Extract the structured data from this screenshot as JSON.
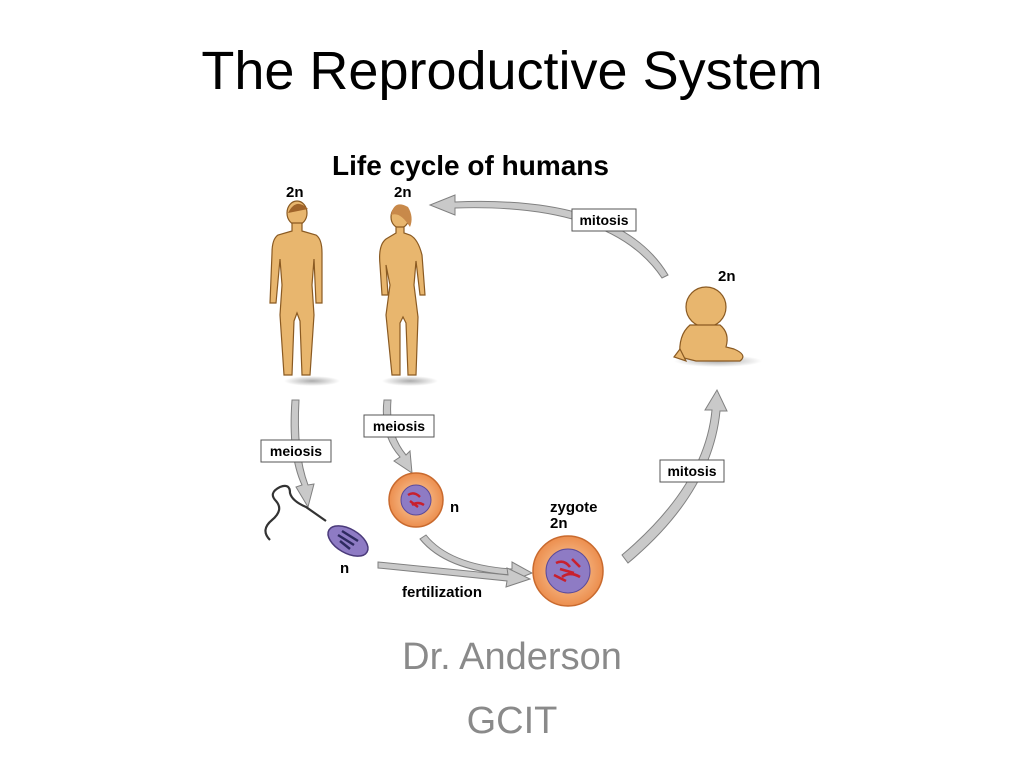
{
  "slide": {
    "title": "The Reproductive System",
    "subtitle_1": "Dr. Anderson",
    "subtitle_2": "GCIT"
  },
  "diagram": {
    "heading": "Life cycle of humans",
    "labels": {
      "male_ploidy": "2n",
      "female_ploidy": "2n",
      "baby_ploidy": "2n",
      "sperm_ploidy": "n",
      "egg_ploidy": "n",
      "zygote": "zygote",
      "zygote_ploidy": "2n",
      "meiosis_male": "meiosis",
      "meiosis_female": "meiosis",
      "mitosis_top": "mitosis",
      "mitosis_right": "mitosis",
      "fertilization": "fertilization"
    },
    "colors": {
      "skin": "#e8b66e",
      "skin_outline": "#8a5a22",
      "arrow_fill": "#c9c9c9",
      "arrow_stroke": "#808080",
      "cell_outer": "#f0a064",
      "cell_nucleus": "#8e7bc4",
      "chromosome": "#c8202e"
    }
  }
}
